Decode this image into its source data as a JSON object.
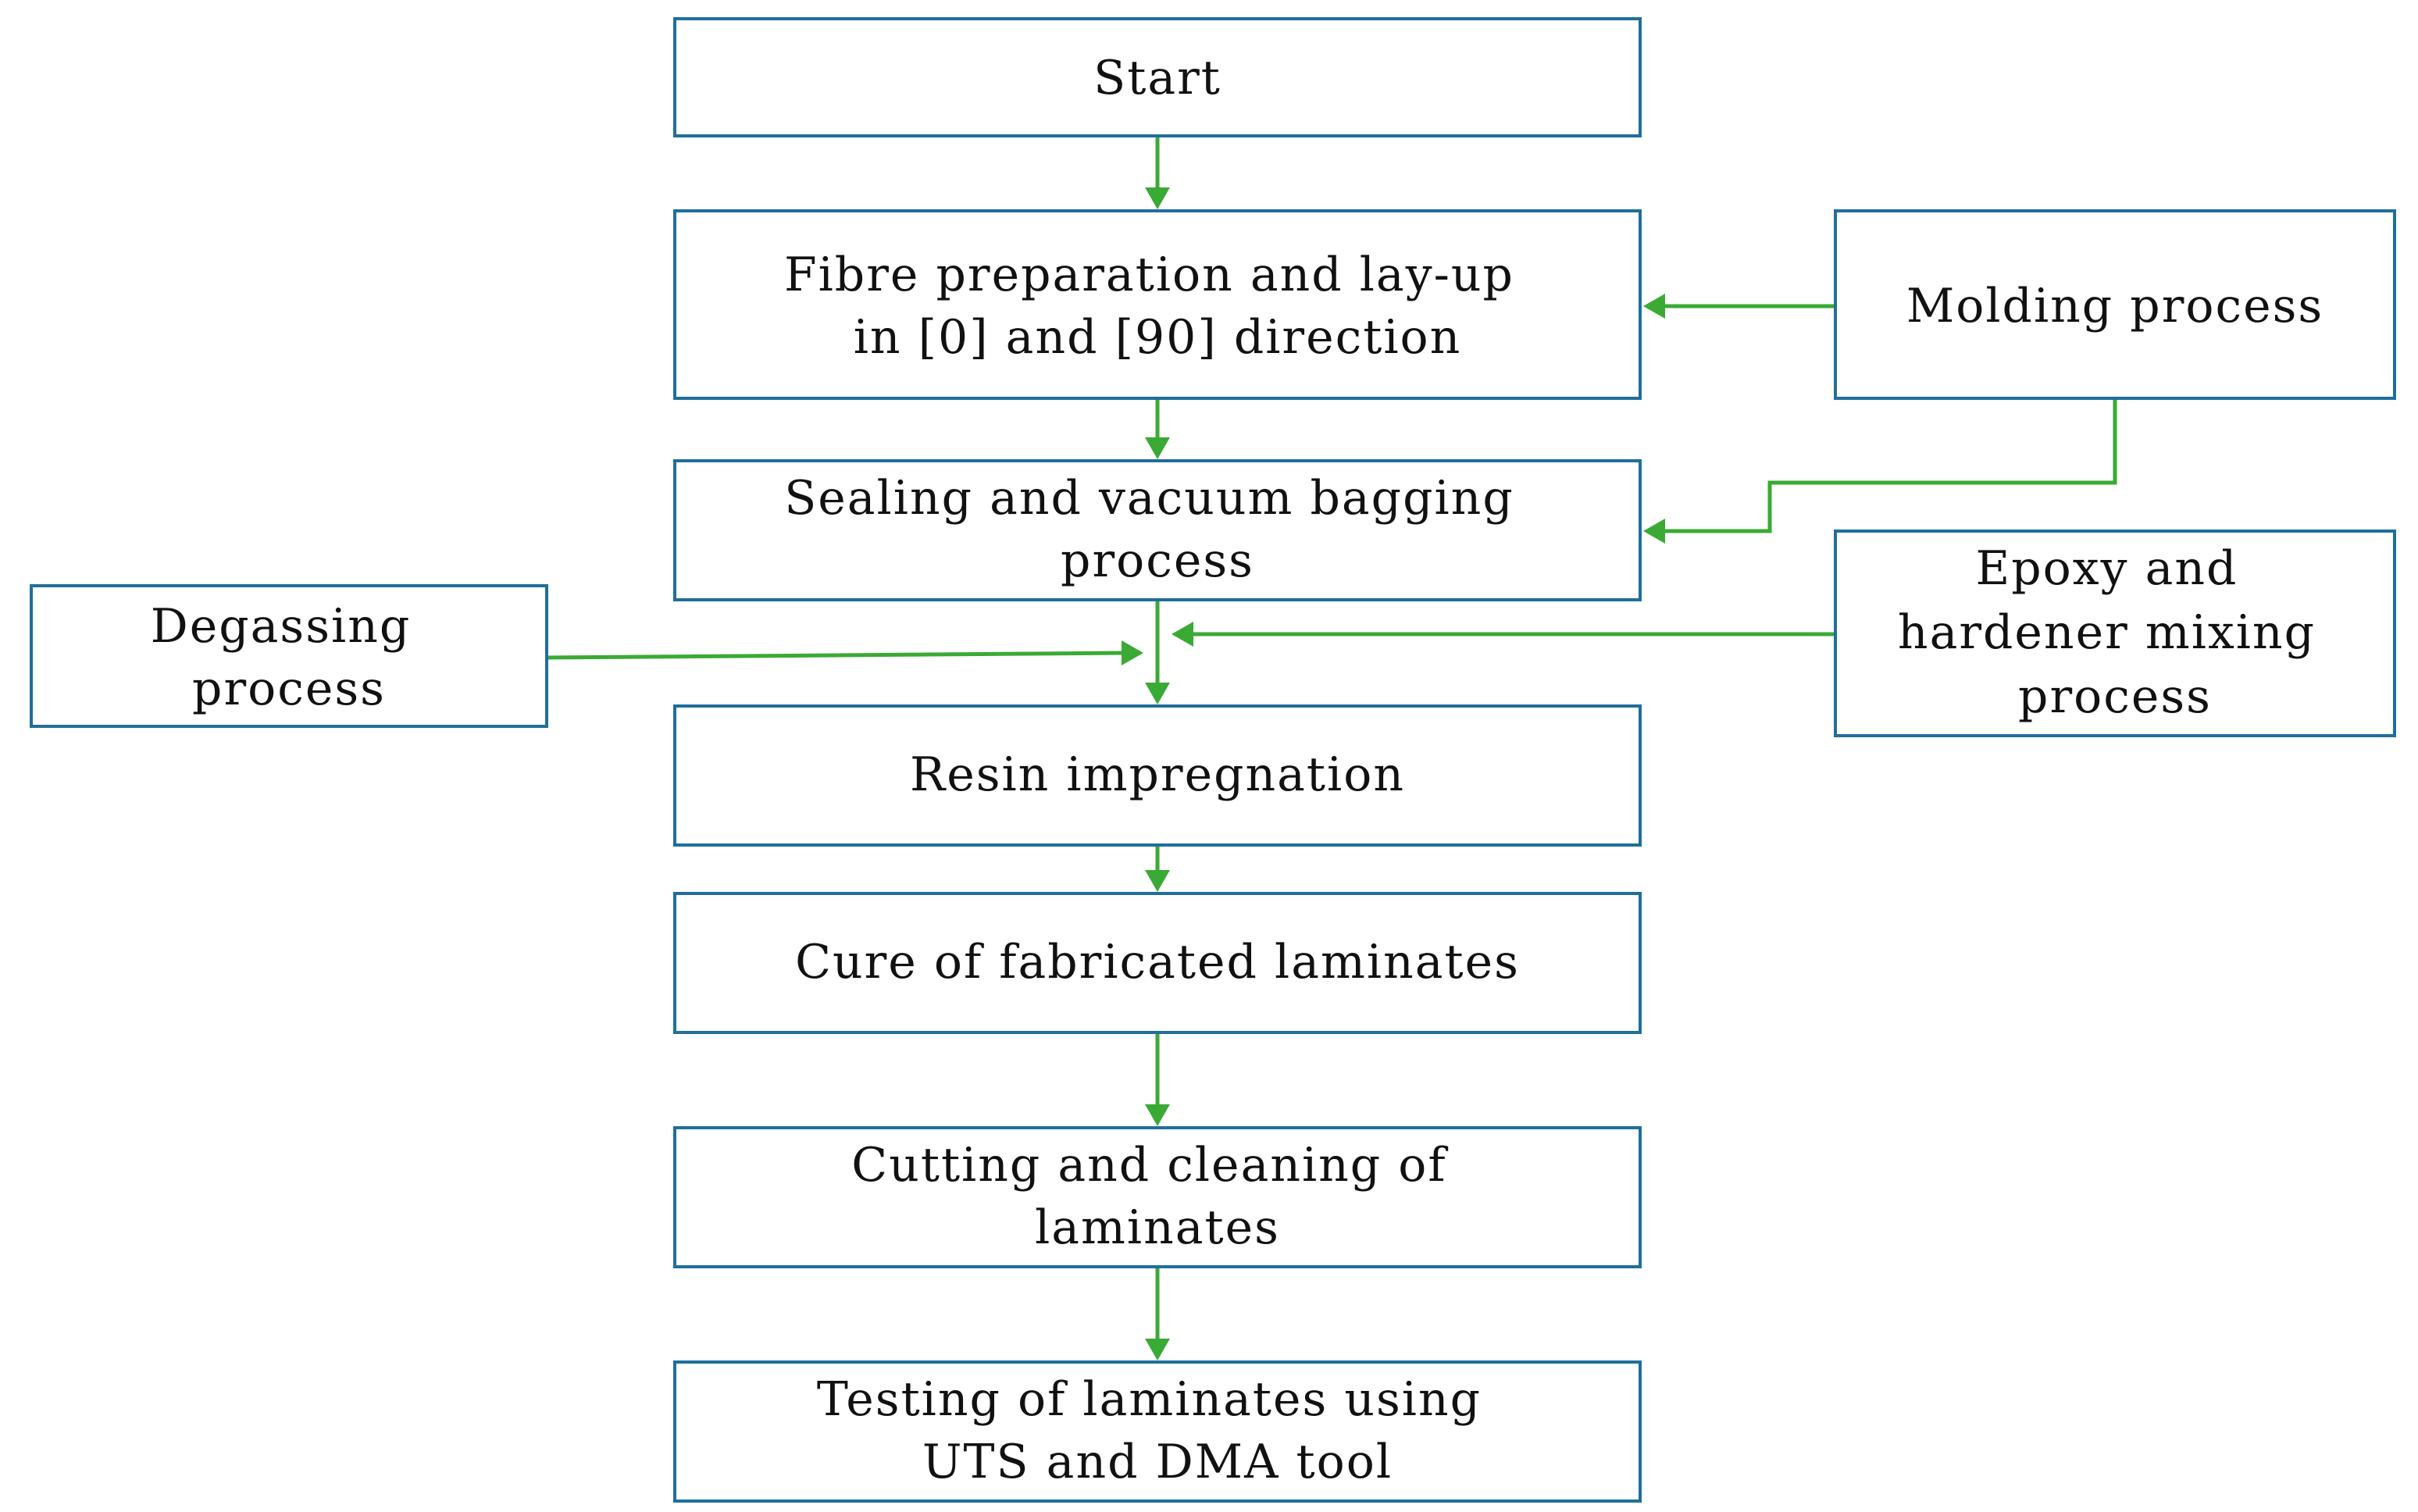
{
  "nodes": {
    "start": [
      "Start"
    ],
    "fibre": [
      "Fibre preparation and lay-up",
      "in [0] and [90] direction"
    ],
    "sealing": [
      "Sealing and vacuum bagging",
      "process"
    ],
    "resin": [
      "Resin impregnation"
    ],
    "cure": [
      "Cure of fabricated laminates"
    ],
    "cutting": [
      "Cutting and cleaning of",
      "laminates"
    ],
    "testing": [
      "Testing of laminates using",
      "UTS and DMA tool"
    ],
    "molding": [
      "Molding process"
    ],
    "degassing": [
      "Degassing",
      "process"
    ],
    "epoxy": [
      "Epoxy and",
      "hardener mixing",
      "process"
    ]
  },
  "colors": {
    "box_border": "#1f6f9a",
    "arrow": "#3aaa35",
    "text": "#111111"
  }
}
